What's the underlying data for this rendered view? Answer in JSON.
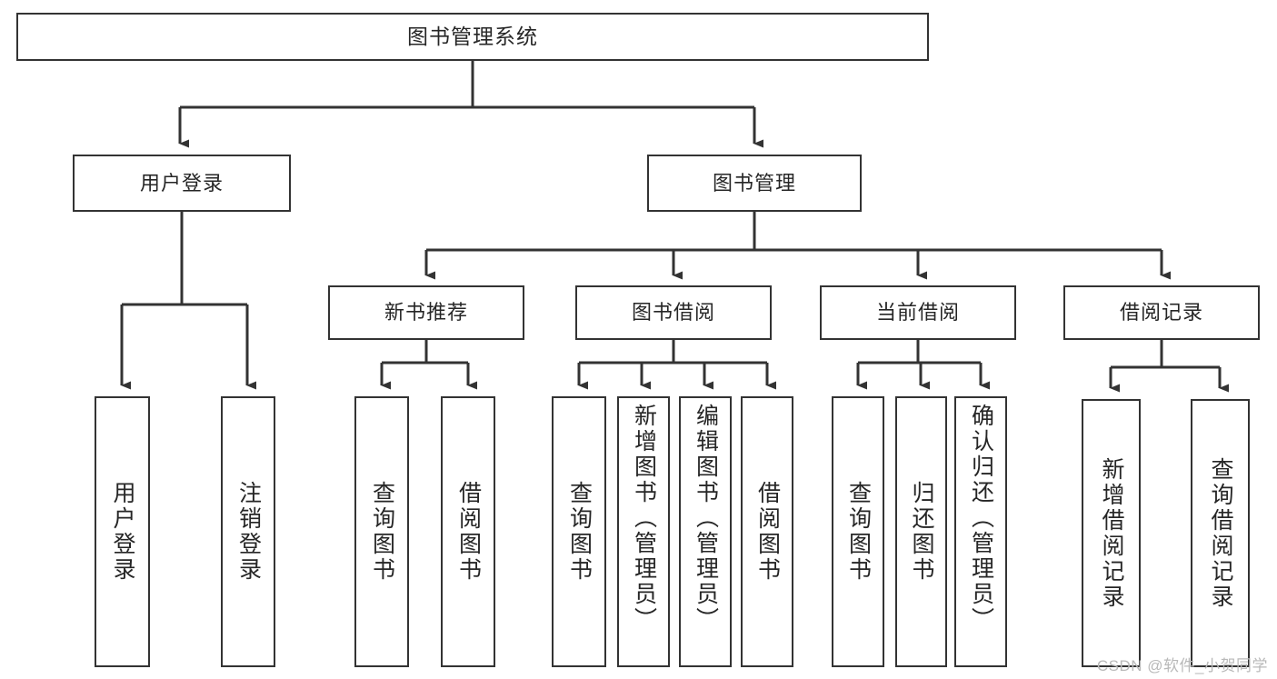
{
  "diagram": {
    "title": "图书管理系统",
    "type": "tree-hierarchy-diagram",
    "root": {
      "id": "root",
      "label": "图书管理系统"
    },
    "level1": [
      {
        "id": "user-login",
        "label": "用户登录"
      },
      {
        "id": "book-management",
        "label": "图书管理"
      }
    ],
    "level2": [
      {
        "id": "new-book-recommend",
        "label": "新书推荐",
        "parent": "book-management"
      },
      {
        "id": "book-borrow",
        "label": "图书借阅",
        "parent": "book-management"
      },
      {
        "id": "current-borrow",
        "label": "当前借阅",
        "parent": "book-management"
      },
      {
        "id": "borrow-record",
        "label": "借阅记录",
        "parent": "book-management"
      }
    ],
    "leaves": [
      {
        "id": "leaf-user-login",
        "label": "用户登录",
        "parent": "user-login"
      },
      {
        "id": "leaf-logout-login",
        "label": "注销登录",
        "parent": "user-login"
      },
      {
        "id": "leaf-query-book-1",
        "label": "查询图书",
        "parent": "new-book-recommend"
      },
      {
        "id": "leaf-borrow-book-1",
        "label": "借阅图书",
        "parent": "new-book-recommend"
      },
      {
        "id": "leaf-query-book-2",
        "label": "查询图书",
        "parent": "book-borrow"
      },
      {
        "id": "leaf-add-book",
        "label": "新增图书（管理员）",
        "parent": "book-borrow"
      },
      {
        "id": "leaf-edit-book",
        "label": "编辑图书（管理员）",
        "parent": "book-borrow"
      },
      {
        "id": "leaf-borrow-book-2",
        "label": "借阅图书",
        "parent": "book-borrow"
      },
      {
        "id": "leaf-query-book-3",
        "label": "查询图书",
        "parent": "current-borrow"
      },
      {
        "id": "leaf-return-book",
        "label": "归还图书",
        "parent": "current-borrow"
      },
      {
        "id": "leaf-confirm-return",
        "label": "确认归还（管理员）",
        "parent": "current-borrow"
      },
      {
        "id": "leaf-add-record",
        "label": "新增借阅记录",
        "parent": "borrow-record"
      },
      {
        "id": "leaf-query-record",
        "label": "查询借阅记录",
        "parent": "borrow-record"
      }
    ],
    "colors": {
      "stroke": "#333333",
      "fill": "#ffffff",
      "text": "#262626",
      "watermark": "#b9b9b9"
    }
  },
  "watermark": {
    "text": "CSDN @软件_小贺同学"
  }
}
